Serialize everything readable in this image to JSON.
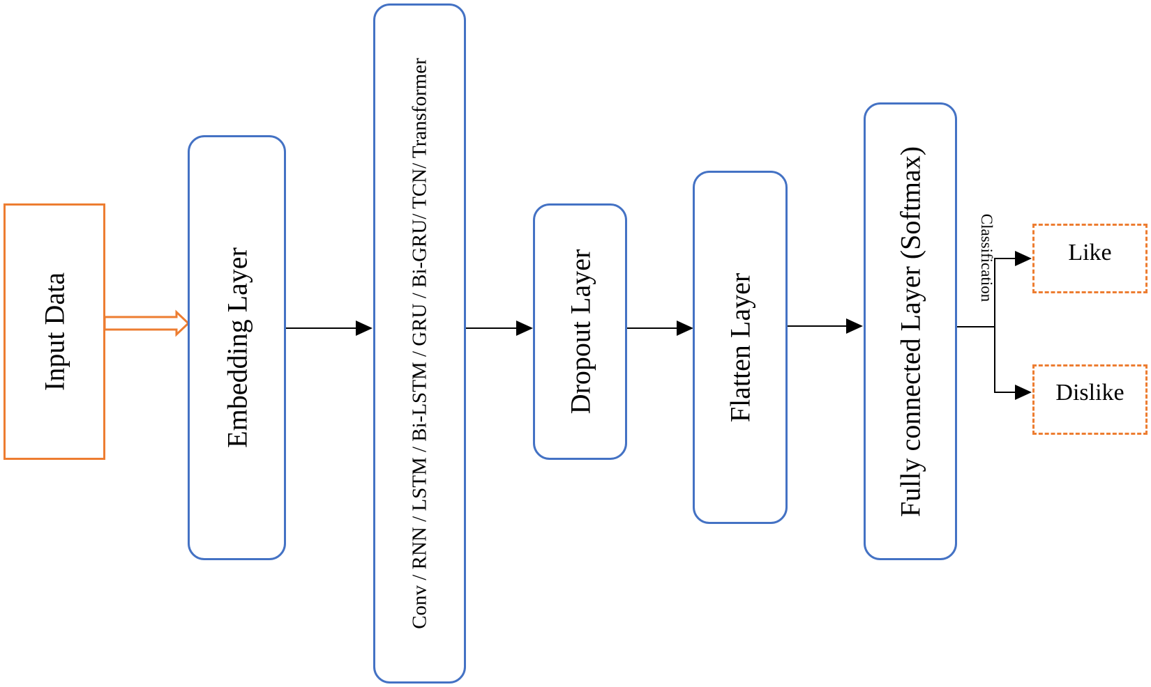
{
  "diagram": {
    "nodes": {
      "input": {
        "label": "Input Data"
      },
      "embedding": {
        "label": "Embedding Layer"
      },
      "sequence": {
        "label": "Conv / RNN / LSTM / Bi-LSTM / GRU / Bi-GRU/ TCN/ Transformer"
      },
      "dropout": {
        "label": "Dropout Layer"
      },
      "flatten": {
        "label": "Flatten Layer"
      },
      "dense": {
        "label": "Fully connected Layer (Softmax)"
      },
      "like": {
        "label": "Like"
      },
      "dislike": {
        "label": "Dislike"
      }
    },
    "edge_labels": {
      "classification": "Classification"
    },
    "colors": {
      "layer_border": "#4472C4",
      "io_border": "#ED7D31",
      "arrow": "#000000"
    }
  }
}
